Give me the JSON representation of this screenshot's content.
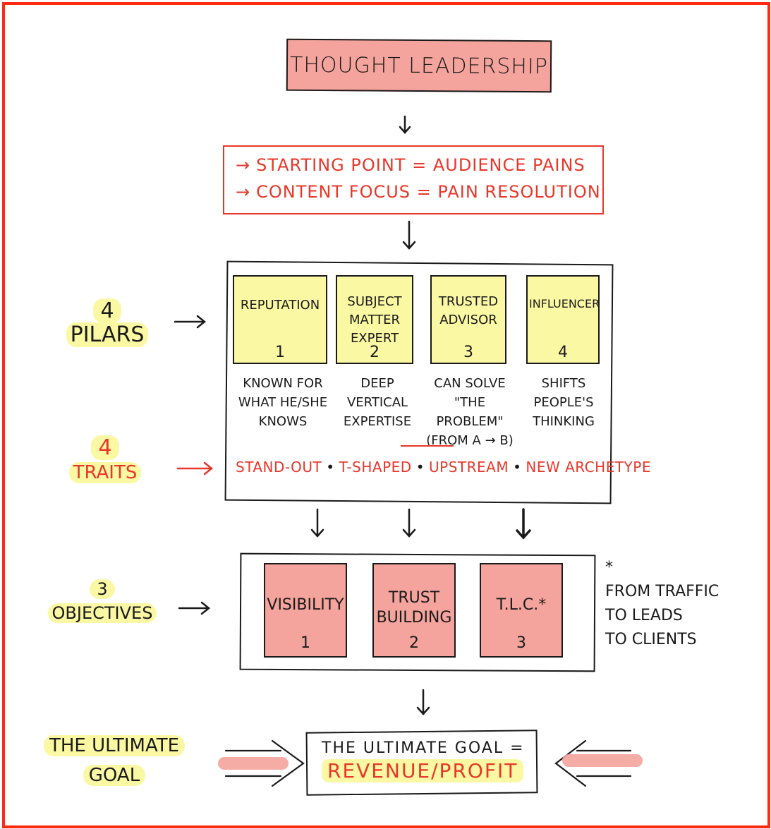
{
  "title": "THOUGHT LEADERSHIP",
  "starting_box": {
    "line1": "STARTING POINT = AUDIENCE PAINS",
    "line2": "CONTENT FOCUS = PAIN RESOLUTION"
  },
  "labels": {
    "pillars_count": "4",
    "pillars_word": "PILARS",
    "traits_count": "4",
    "traits_word": "TRAITS",
    "objectives_count": "3",
    "objectives_word": "OBJECTIVES",
    "ultimate_line1": "THE ULTIMATE",
    "ultimate_line2": "GOAL"
  },
  "pillars": [
    {
      "title": "REPUTATION",
      "number": "1",
      "description": "KNOWN FOR\nWHAT HE/SHE\nKNOWS"
    },
    {
      "title": "SUBJECT\nMATTER\nEXPERT",
      "number": "2",
      "description": "DEEP\nVERTICAL\nEXPERTISE"
    },
    {
      "title": "TRUSTED\nADVISOR",
      "number": "3",
      "description": "CAN SOLVE\n\"THE PROBLEM\"\n(FROM A → B)"
    },
    {
      "title": "INFLUENCER",
      "number": "4",
      "description": "SHIFTS\nPEOPLE'S\nTHINKING"
    }
  ],
  "traits": [
    "STAND-OUT",
    "T-SHAPED",
    "UPSTREAM",
    "NEW ARCHETYPE"
  ],
  "objectives": [
    {
      "title": "VISIBILITY",
      "number": "1"
    },
    {
      "title": "TRUST\nBUILDING",
      "number": "2"
    },
    {
      "title": "T.L.C.*",
      "number": "3"
    }
  ],
  "tlc_note": "*\nFROM TRAFFIC\nTO LEADS\nTO CLIENTS",
  "goal": {
    "line1": "THE ULTIMATE GOAL =",
    "line2": "REVENUE/PROFIT"
  },
  "colors": {
    "frame": "#ff2a10",
    "accent_red": "#e8372a",
    "pink_fill": "#f4a49c",
    "yellow_fill": "#fbf8a4",
    "ink": "#1a1a1a"
  }
}
